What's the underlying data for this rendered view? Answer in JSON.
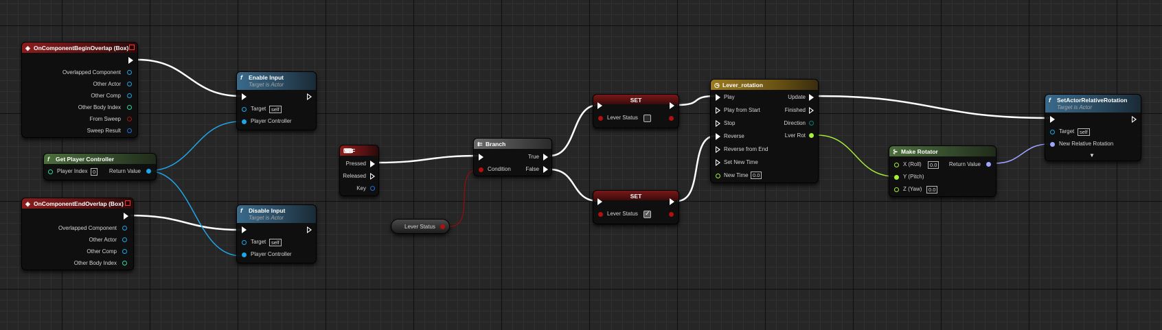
{
  "colors": {
    "exec": "#ffffff",
    "object": "#1ea7e8",
    "bool": "#9a0c0c",
    "int": "#2fd8a4",
    "struct_vector": "#a6f03a",
    "struct_rotator": "#9da5ff",
    "struct": "#1f6fd8"
  },
  "nodes": {
    "begin_overlap": {
      "icon": "diamond-event-icon",
      "title": "OnComponentBeginOverlap (Box)",
      "pins": [
        "Overlapped Component",
        "Other Actor",
        "Other Comp",
        "Other Body Index",
        "From Sweep",
        "Sweep Result"
      ]
    },
    "end_overlap": {
      "icon": "diamond-event-icon",
      "title": "OnComponentEndOverlap (Box)",
      "pins": [
        "Overlapped Component",
        "Other Actor",
        "Other Comp",
        "Other Body Index"
      ]
    },
    "get_player_controller": {
      "icon": "function-icon",
      "title": "Get Player Controller",
      "player_index_label": "Player Index",
      "player_index_value": "0",
      "return_label": "Return Value"
    },
    "enable_input": {
      "icon": "function-icon",
      "title": "Enable Input",
      "subtitle": "Target is Actor",
      "target_label": "Target",
      "target_value": "self",
      "controller_label": "Player Controller"
    },
    "disable_input": {
      "icon": "function-icon",
      "title": "Disable Input",
      "subtitle": "Target is Actor",
      "target_label": "Target",
      "target_value": "self",
      "controller_label": "Player Controller"
    },
    "key_f": {
      "icon": "keyboard-icon",
      "title": "F",
      "pressed": "Pressed",
      "released": "Released",
      "key": "Key"
    },
    "lever_status_get": {
      "label": "Lever Status"
    },
    "branch": {
      "icon": "branch-icon",
      "title": "Branch",
      "true_label": "True",
      "false_label": "False",
      "condition_label": "Condition"
    },
    "set_top": {
      "title": "SET",
      "var_label": "Lever Status",
      "checked": false
    },
    "set_bottom": {
      "title": "SET",
      "var_label": "Lever Status",
      "checked": true
    },
    "timeline": {
      "icon": "clock-icon",
      "title": "Lever_rotation",
      "inputs": [
        "Play",
        "Play from Start",
        "Stop",
        "Reverse",
        "Reverse from End",
        "Set New Time",
        "New Time"
      ],
      "new_time_value": "0.0",
      "outputs": [
        "Update",
        "Finished",
        "Direction",
        "Lver Rot"
      ]
    },
    "make_rotator": {
      "icon": "make-struct-icon",
      "title": "Make Rotator",
      "x_label": "X (Roll)",
      "x_value": "0.0",
      "y_label": "Y (Pitch)",
      "z_label": "Z (Yaw)",
      "z_value": "0.0",
      "return_label": "Return Value"
    },
    "set_relative_rotation": {
      "icon": "function-icon",
      "title": "SetActorRelativeRotation",
      "subtitle": "Target is Actor",
      "target_label": "Target",
      "target_value": "self",
      "rotation_label": "New Relative Rotation",
      "expand_icon": "chevron-down-icon"
    }
  }
}
